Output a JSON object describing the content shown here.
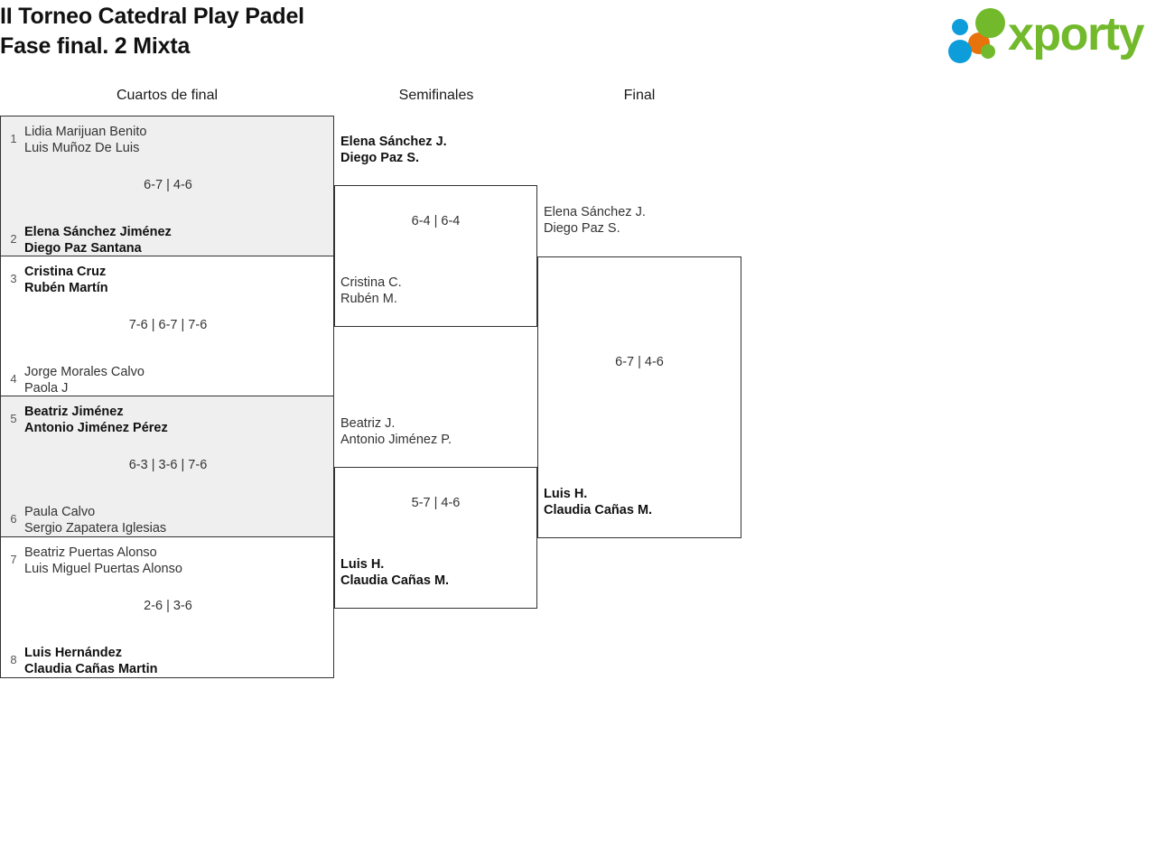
{
  "header": {
    "title_line1": "II Torneo Catedral Play Padel",
    "title_line2": "Fase final. 2 Mixta",
    "logo": {
      "wordmark": "xporty",
      "green": "#72b92c",
      "blue": "#0d9ddb",
      "orange": "#e8720c"
    }
  },
  "rounds": {
    "quarterfinals_label": "Cuartos de final",
    "semifinals_label": "Semifinales",
    "final_label": "Final"
  },
  "colors": {
    "shaded_row": "#efefef",
    "border": "#333333",
    "text": "#333333",
    "winner_text": "#111111",
    "seed_text": "#555555"
  },
  "quarterfinals": [
    {
      "shaded": true,
      "score": "6-7 | 4-6",
      "top": {
        "seed": "1",
        "player1": "Lidia Marijuan Benito",
        "player2": "Luis Muñoz De Luis",
        "winner": false
      },
      "bottom": {
        "seed": "2",
        "player1": "Elena Sánchez Jiménez",
        "player2": "Diego Paz Santana",
        "winner": true
      }
    },
    {
      "shaded": false,
      "score": "7-6 | 6-7 | 7-6",
      "top": {
        "seed": "3",
        "player1": "Cristina Cruz",
        "player2": "Rubén Martín",
        "winner": true
      },
      "bottom": {
        "seed": "4",
        "player1": "Jorge Morales Calvo",
        "player2": "Paola J",
        "winner": false
      }
    },
    {
      "shaded": true,
      "score": "6-3 | 3-6 | 7-6",
      "top": {
        "seed": "5",
        "player1": "Beatriz Jiménez",
        "player2": "Antonio Jiménez Pérez",
        "winner": true
      },
      "bottom": {
        "seed": "6",
        "player1": "Paula Calvo",
        "player2": "Sergio Zapatera Iglesias",
        "winner": false
      }
    },
    {
      "shaded": false,
      "score": "2-6 | 3-6",
      "top": {
        "seed": "7",
        "player1": "Beatriz Puertas Alonso",
        "player2": "Luis Miguel Puertas Alonso",
        "winner": false
      },
      "bottom": {
        "seed": "8",
        "player1": "Luis Hernández",
        "player2": "Claudia Cañas Martin",
        "winner": true
      }
    }
  ],
  "semifinals": [
    {
      "score": "6-4 | 6-4",
      "top": {
        "player1": "Elena Sánchez J.",
        "player2": "Diego Paz S.",
        "winner": true
      },
      "bottom": {
        "player1": "Cristina C.",
        "player2": "Rubén M.",
        "winner": false
      }
    },
    {
      "score": "5-7 | 4-6",
      "top": {
        "player1": "Beatriz J.",
        "player2": "Antonio Jiménez P.",
        "winner": false
      },
      "bottom": {
        "player1": "Luis H.",
        "player2": "Claudia Cañas M.",
        "winner": true
      }
    }
  ],
  "final": {
    "score": "6-7 | 4-6",
    "top": {
      "player1": "Elena Sánchez J.",
      "player2": "Diego Paz S.",
      "winner": false
    },
    "bottom": {
      "player1": "Luis H.",
      "player2": "Claudia Cañas M.",
      "winner": true
    }
  }
}
